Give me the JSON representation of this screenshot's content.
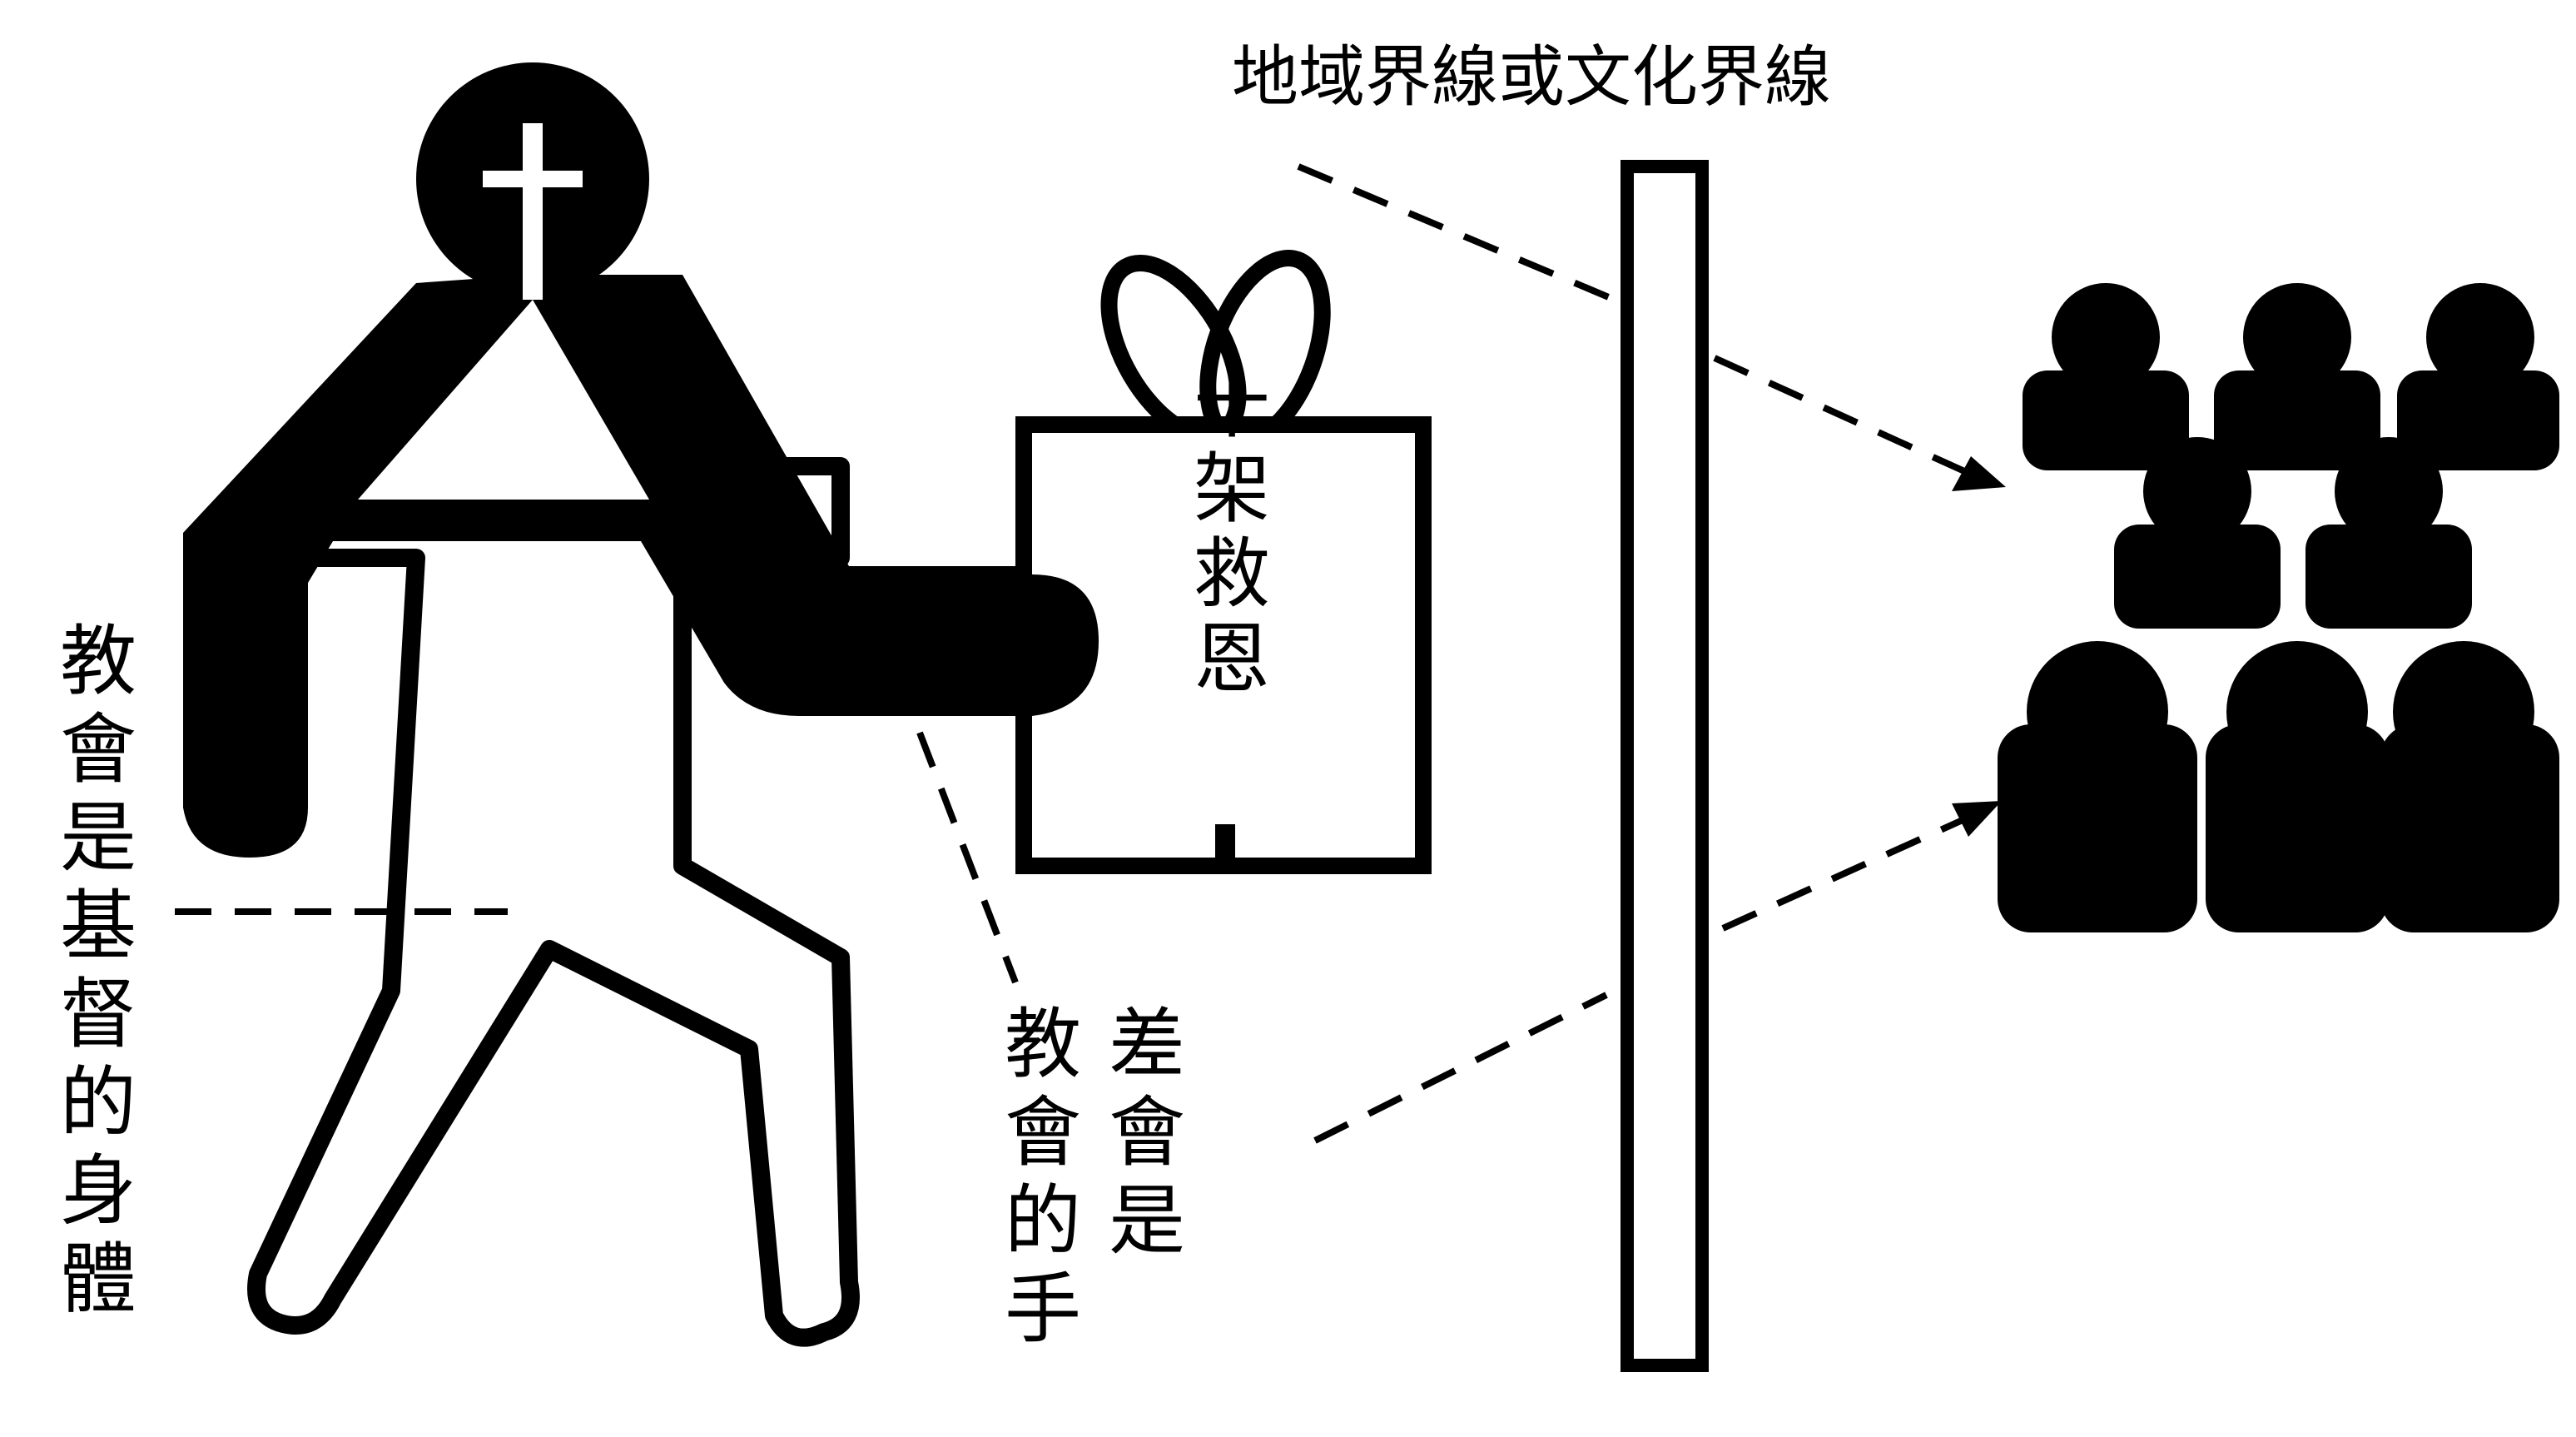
{
  "boundary_label": "地域界線或文化界線",
  "body_label": "教會是基督的身體",
  "hand_label_col1": "差會是",
  "hand_label_col2": "教會的手",
  "gift_label": "十架救恩",
  "colors": {
    "ink": "#000000",
    "paper": "#ffffff"
  }
}
